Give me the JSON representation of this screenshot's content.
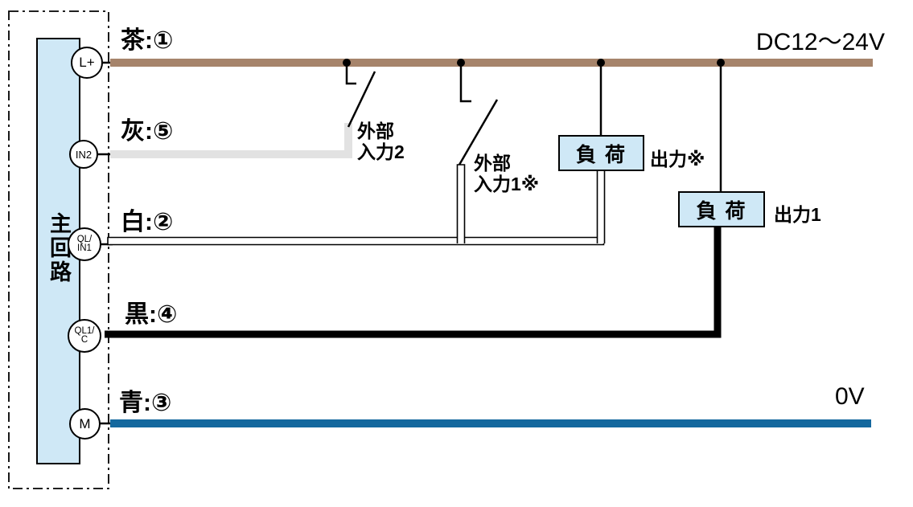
{
  "diagram": {
    "title_supply": "DC12～24V",
    "title_ground": "0V",
    "main_circuit": {
      "label": "主回路"
    },
    "terminals": [
      {
        "id": "l-plus",
        "label": "L+"
      },
      {
        "id": "in2",
        "label": "IN2"
      },
      {
        "id": "ql-in1",
        "line1": "QL/",
        "line2": "IN1"
      },
      {
        "id": "ql1-c",
        "line1": "QL1/",
        "line2": "C"
      },
      {
        "id": "m",
        "label": "M"
      }
    ],
    "wires": [
      {
        "id": "brown",
        "label": "茶:①",
        "color": "#a6846b"
      },
      {
        "id": "gray",
        "label": "灰:⑤",
        "color": "#e2e2e2"
      },
      {
        "id": "white",
        "label": "白:②",
        "color": "#ffffff"
      },
      {
        "id": "black",
        "label": "黒:④",
        "color": "#000000"
      },
      {
        "id": "blue",
        "label": "青:③",
        "color": "#14689e"
      }
    ],
    "external_inputs": [
      {
        "line1": "外部",
        "line2": "入力2"
      },
      {
        "line1": "外部",
        "line2": "入力1※"
      }
    ],
    "loads": [
      {
        "label": "負 荷",
        "output": "出力※"
      },
      {
        "label": "負 荷",
        "output": "出力1"
      }
    ],
    "colors": {
      "main_circuit_fill": "#cfe8f6",
      "load_fill": "#cfe8f6"
    }
  }
}
